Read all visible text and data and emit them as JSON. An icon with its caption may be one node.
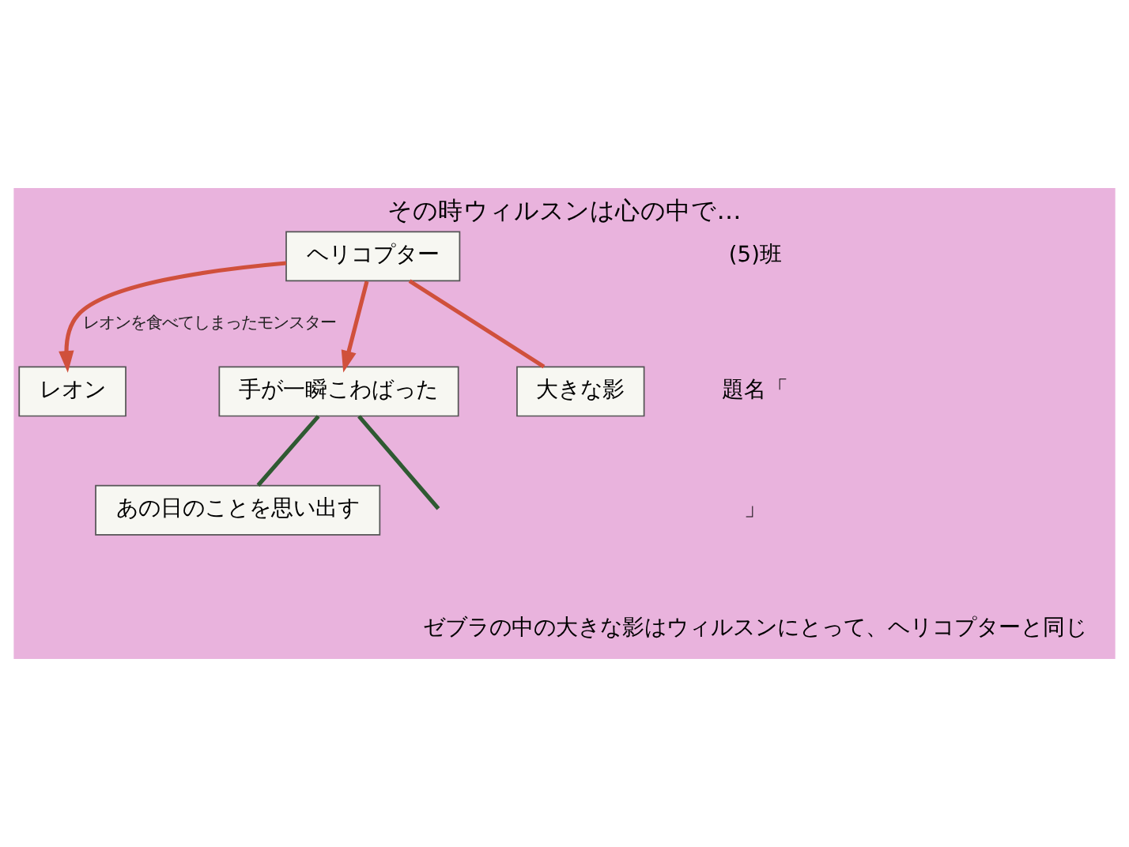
{
  "diagram": {
    "title": "その時ウィルスンは心の中で…",
    "nodes": [
      {
        "text": [
          "レオン"
        ]
      },
      {
        "text": [
          "ヘリコプター"
        ]
      },
      {
        "text": [
          "手が一瞬こわばった"
        ]
      },
      {
        "text": [
          "あの日のことを思い出す"
        ]
      },
      {
        "text": [
          "大きな影"
        ]
      }
    ],
    "edges": [
      {
        "from": 1,
        "to": 2,
        "arrow": "to",
        "color": "#d0503c"
      },
      {
        "from": 1,
        "to": 4,
        "arrow": "none",
        "color": "#d0503c"
      },
      {
        "from": 1,
        "to": 0,
        "arrow": "to",
        "color": "#d0503c",
        "label": "レオンを食べてしまったモンスター"
      },
      {
        "from": 2,
        "to": 3,
        "arrow": "none",
        "color": "#2f5a32"
      },
      {
        "from": 2,
        "to": null,
        "arrow": "none",
        "color": "#2f5a32"
      }
    ],
    "labels": [
      "(5)班",
      "題名「",
      "」",
      "ゼブラの中の大きな影はウィルスンにとって、ヘリコプターと同じ"
    ]
  }
}
